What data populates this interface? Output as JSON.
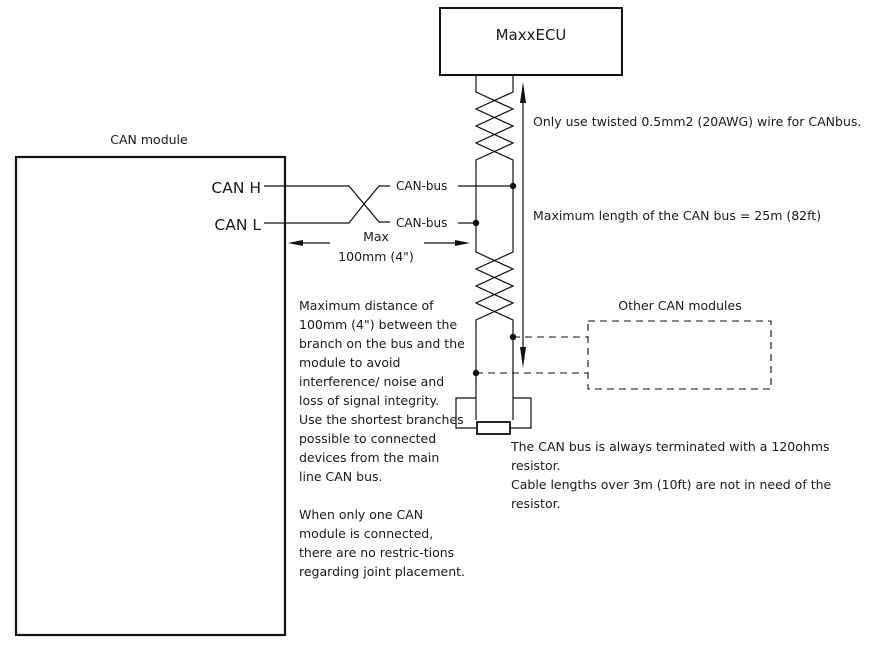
{
  "ecu": {
    "label": "MaxxECU"
  },
  "can_module": {
    "title": "CAN module",
    "pins": [
      {
        "label": "CAN H"
      },
      {
        "label": "CAN L"
      }
    ]
  },
  "bus_labels": [
    {
      "label": "CAN-bus"
    },
    {
      "label": "CAN-bus"
    }
  ],
  "dimension": {
    "line1": "Max",
    "line2": "100mm (4\")"
  },
  "annotations": {
    "wire_spec": "Only use twisted 0.5mm2 (20AWG) wire for CANbus.",
    "max_length": "Maximum length of the CAN bus = 25m (82ft)",
    "other_modules": "Other CAN modules"
  },
  "branch_note": {
    "para1": "Maximum distance of 100mm (4\") between the branch on the bus and the module to avoid interference/ noise and loss of signal integrity.",
    "para2": "Use the shortest branches possible to connected devices from the main line CAN bus.",
    "para3": "When only one CAN module is connected, there are no restric-tions regarding joint placement."
  },
  "termination_note": {
    "line1": "The CAN bus is always terminated with a 120ohms resistor.",
    "line2": "Cable lengths over 3m (10ft) are not in need of the resistor."
  }
}
